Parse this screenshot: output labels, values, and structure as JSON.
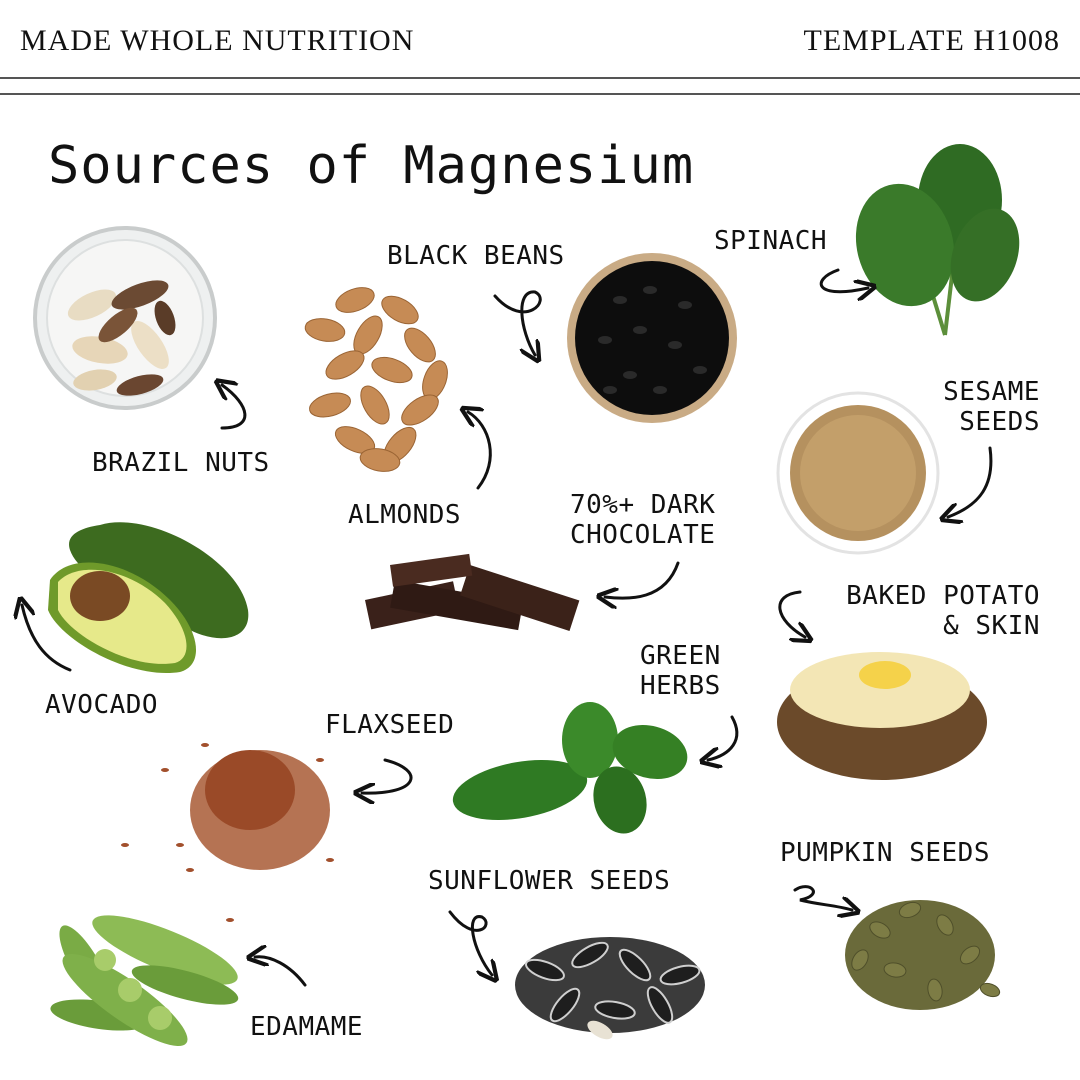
{
  "header": {
    "brand": "MADE WHOLE NUTRITION",
    "template_code": "TEMPLATE H1008"
  },
  "title": "Sources of Magnesium",
  "foods": {
    "brazil_nuts": "BRAZIL NUTS",
    "almonds": "ALMONDS",
    "black_beans": "BLACK BEANS",
    "spinach": "SPINACH",
    "sesame_line1": "SESAME",
    "sesame_line2": "SEEDS",
    "dark_choc_line1": "70%+ DARK",
    "dark_choc_line2": "CHOCOLATE",
    "avocado": "AVOCADO",
    "potato_line1": "BAKED POTATO",
    "potato_line2": "& SKIN",
    "herbs_line1": "GREEN",
    "herbs_line2": "HERBS",
    "flaxseed": "FLAXSEED",
    "sunflower": "SUNFLOWER SEEDS",
    "pumpkin": "PUMPKIN SEEDS",
    "edamame": "EDAMAME"
  }
}
